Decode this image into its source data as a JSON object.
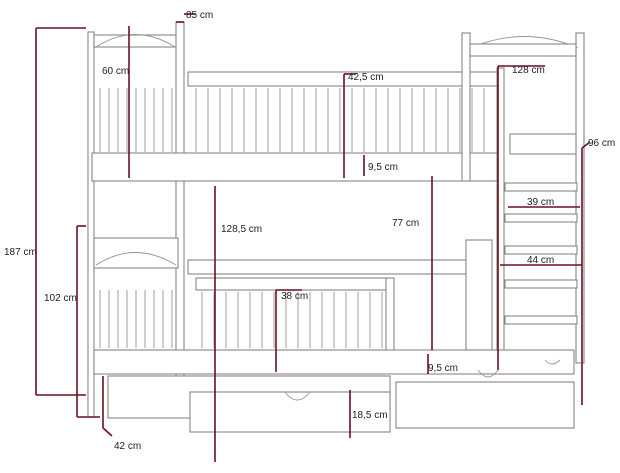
{
  "dimensions": {
    "height_total": "187 cm",
    "height_lower_post": "102 cm",
    "depth": "85 cm",
    "headboard_height": "60 cm",
    "upper_rail_height": "42,5 cm",
    "upper_mattress": "9,5 cm",
    "height_upper_bed": "128,5 cm",
    "clearance": "77 cm",
    "lower_rail_height": "38 cm",
    "lower_mattress": "9,5 cm",
    "drawer_height": "18,5 cm",
    "drawer_depth": "42 cm",
    "ladder_height": "128 cm",
    "width": "96 cm",
    "ladder_step_width": "39 cm",
    "ladder_width": "44 cm"
  },
  "colors": {
    "dimension_line": "#6b0f22",
    "outline": "#8a8480",
    "label": "#222222"
  }
}
